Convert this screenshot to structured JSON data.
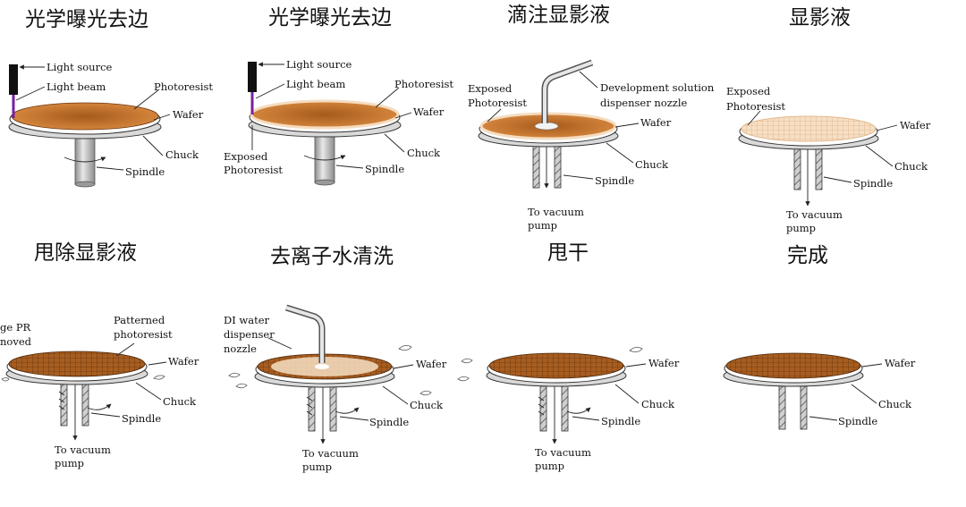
{
  "colors": {
    "resist_dark": "#a55a1c",
    "resist_light": "#d8893f",
    "exposed_light": "#f5dcc0",
    "chuck_gray": "#d9d9d9",
    "spindle_gray": "#b5b5b5",
    "beam": "#7a1fa2"
  },
  "panels": [
    {
      "title": "光学曝光去边",
      "labels": {
        "light_source": "Light source",
        "light_beam": "Light beam",
        "photoresist": "Photoresist",
        "wafer": "Wafer",
        "chuck": "Chuck",
        "spindle": "Spindle"
      }
    },
    {
      "title": "光学曝光去边",
      "labels": {
        "light_source": "Light source",
        "light_beam": "Light beam",
        "photoresist": "Photoresist",
        "wafer": "Wafer",
        "chuck": "Chuck",
        "spindle": "Spindle",
        "exposed_1": "Exposed",
        "exposed_2": "Photoresist"
      }
    },
    {
      "title": "滴注显影液",
      "labels": {
        "exposed_1": "Exposed",
        "exposed_2": "Photoresist",
        "nozzle_1": "Development solution",
        "nozzle_2": "dispenser nozzle",
        "wafer": "Wafer",
        "chuck": "Chuck",
        "spindle": "Spindle",
        "vacuum_1": "To vacuum",
        "vacuum_2": "pump"
      }
    },
    {
      "title": "显影液",
      "labels": {
        "exposed_1": "Exposed",
        "exposed_2": "Photoresist",
        "wafer": "Wafer",
        "chuck": "Chuck",
        "spindle": "Spindle",
        "vacuum_1": "To vacuum",
        "vacuum_2": "pump"
      }
    },
    {
      "title": "甩除显影液",
      "labels": {
        "edge_1": "ge PR",
        "edge_2": "noved",
        "patterned_1": "Patterned",
        "patterned_2": "photoresist",
        "wafer": "Wafer",
        "chuck": "Chuck",
        "spindle": "Spindle",
        "vacuum_1": "To vacuum",
        "vacuum_2": "pump"
      }
    },
    {
      "title": "去离子水清洗",
      "labels": {
        "di_1": "DI water",
        "di_2": "dispenser",
        "di_3": "nozzle",
        "wafer": "Wafer",
        "chuck": "Chuck",
        "spindle": "Spindle",
        "vacuum_1": "To vacuum",
        "vacuum_2": "pump"
      }
    },
    {
      "title": "甩干",
      "labels": {
        "wafer": "Wafer",
        "chuck": "Chuck",
        "spindle": "Spindle",
        "vacuum_1": "To vacuum",
        "vacuum_2": "pump"
      }
    },
    {
      "title": "完成",
      "labels": {
        "wafer": "Wafer",
        "chuck": "Chuck",
        "spindle": "Spindle"
      }
    }
  ]
}
